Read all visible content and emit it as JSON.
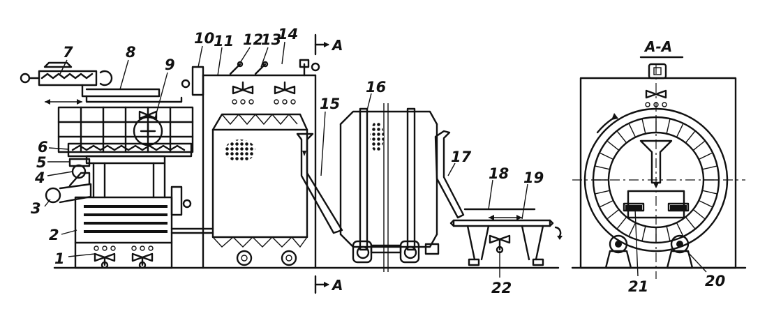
{
  "callouts": [
    "1",
    "2",
    "3",
    "4",
    "5",
    "6",
    "7",
    "8",
    "9",
    "10",
    "11",
    "12",
    "13",
    "14",
    "15",
    "16",
    "17",
    "18",
    "19",
    "20",
    "21",
    "22"
  ],
  "section": {
    "marker": "A",
    "title": "A-A"
  }
}
